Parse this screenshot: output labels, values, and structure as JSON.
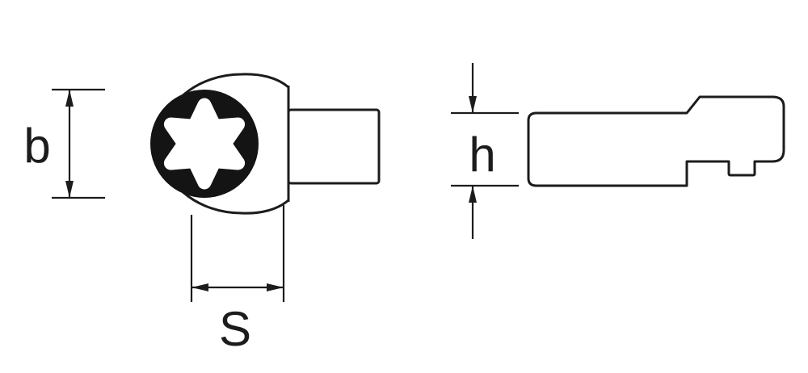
{
  "labels": {
    "b": "b",
    "s": "S",
    "h": "h"
  },
  "colors": {
    "line": "#1c1c1c",
    "background": "#ffffff",
    "ring_fill": "#141414"
  }
}
